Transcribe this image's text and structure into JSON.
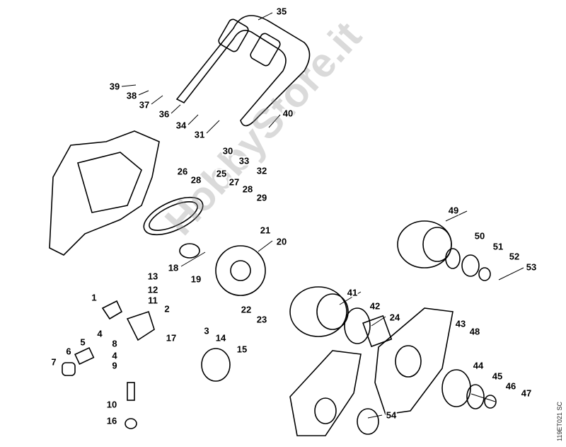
{
  "diagram": {
    "part_numbers": [
      "35",
      "39",
      "38",
      "37",
      "36",
      "34",
      "31",
      "40",
      "30",
      "33",
      "32",
      "26",
      "28",
      "25",
      "27",
      "28",
      "29",
      "21",
      "20",
      "18",
      "19",
      "22",
      "23",
      "49",
      "50",
      "51",
      "52",
      "53",
      "41",
      "42",
      "24",
      "43",
      "48",
      "13",
      "12",
      "11",
      "1",
      "2",
      "4",
      "3",
      "14",
      "17",
      "15",
      "5",
      "6",
      "7",
      "8",
      "4",
      "9",
      "10",
      "16",
      "44",
      "45",
      "46",
      "47",
      "54"
    ],
    "drawing_code": "119ET021 SC",
    "watermark": "HobbyStore.it"
  }
}
